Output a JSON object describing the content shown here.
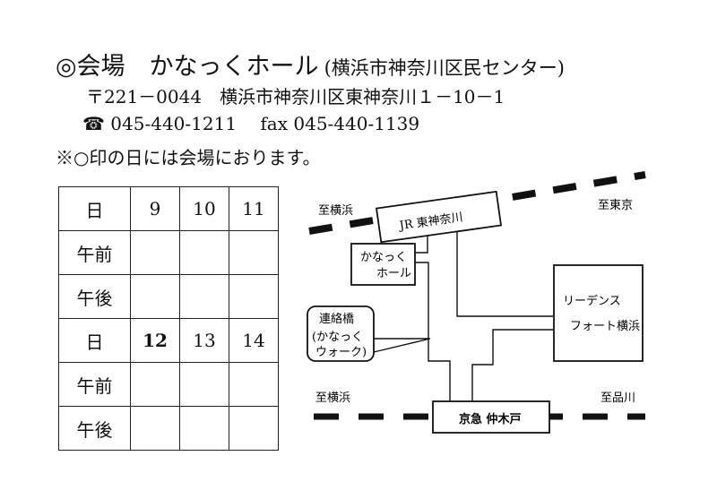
{
  "venue": {
    "title_prefix": "◎会場",
    "name": "かなっくホール",
    "name_sub": "(横浜市神奈川区民センター)",
    "address": "〒221－0044　横浜市神奈川区東神奈川１－10－1",
    "phone_icon": "phone-icon",
    "phone": "045-440-1211",
    "fax": "fax 045-440-1139",
    "note": "※○印の日には会場におります。"
  },
  "schedule": {
    "weeks": [
      {
        "day_label": "日",
        "dates": [
          "9",
          "10",
          "11"
        ],
        "bold_dates": [
          false,
          false,
          false
        ]
      },
      {
        "day_label": "日",
        "dates": [
          "12",
          "13",
          "14"
        ],
        "bold_dates": [
          true,
          false,
          false
        ]
      }
    ],
    "row_labels": [
      "午前",
      "午後"
    ]
  },
  "map": {
    "jr_station": "JR 東神奈川",
    "keikyu_station": "京急  仲木戸",
    "hall": [
      "かなっく",
      "ホール"
    ],
    "residence": [
      "リーデンス",
      "フォート横浜"
    ],
    "bridge": [
      "連絡橋",
      "(かなっく",
      "ウォーク)"
    ],
    "to_yokohama_top": "至横浜",
    "to_tokyo": "至東京",
    "to_yokohama_bottom": "至横浜",
    "to_shinagawa": "至品川"
  }
}
